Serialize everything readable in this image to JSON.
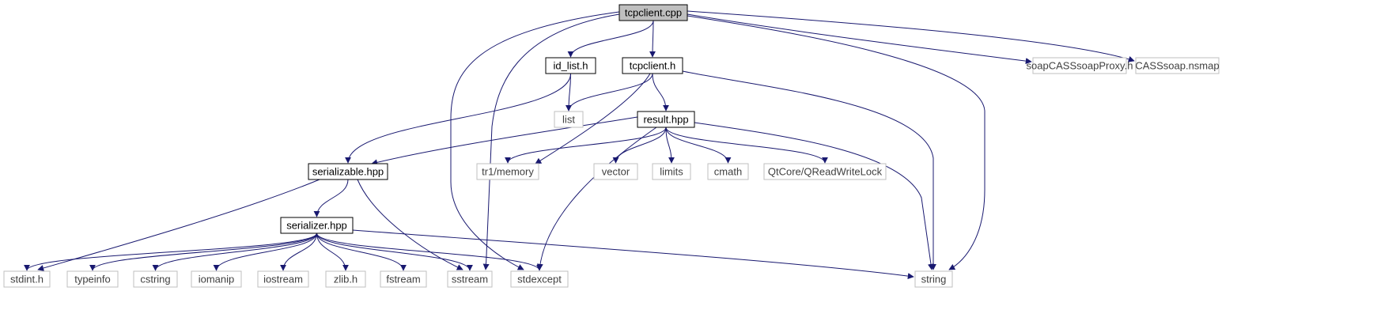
{
  "graph": {
    "nodes": [
      {
        "id": "tcpclient_cpp",
        "label": "tcpclient.cpp",
        "kind": "root"
      },
      {
        "id": "id_list_h",
        "label": "id_list.h",
        "kind": "documented"
      },
      {
        "id": "tcpclient_h",
        "label": "tcpclient.h",
        "kind": "documented"
      },
      {
        "id": "soap_proxy",
        "label": "soapCASSsoapProxy.h",
        "kind": "external"
      },
      {
        "id": "cass_nsmap",
        "label": "CASSsoap.nsmap",
        "kind": "external"
      },
      {
        "id": "list",
        "label": "list",
        "kind": "external"
      },
      {
        "id": "result_hpp",
        "label": "result.hpp",
        "kind": "documented"
      },
      {
        "id": "serializable_hpp",
        "label": "serializable.hpp",
        "kind": "documented"
      },
      {
        "id": "tr1_memory",
        "label": "tr1/memory",
        "kind": "external"
      },
      {
        "id": "vector",
        "label": "vector",
        "kind": "external"
      },
      {
        "id": "limits",
        "label": "limits",
        "kind": "external"
      },
      {
        "id": "cmath",
        "label": "cmath",
        "kind": "external"
      },
      {
        "id": "qreadwritelock",
        "label": "QtCore/QReadWriteLock",
        "kind": "external"
      },
      {
        "id": "serializer_hpp",
        "label": "serializer.hpp",
        "kind": "documented"
      },
      {
        "id": "stdint_h",
        "label": "stdint.h",
        "kind": "external"
      },
      {
        "id": "typeinfo",
        "label": "typeinfo",
        "kind": "external"
      },
      {
        "id": "cstring",
        "label": "cstring",
        "kind": "external"
      },
      {
        "id": "iomanip",
        "label": "iomanip",
        "kind": "external"
      },
      {
        "id": "iostream",
        "label": "iostream",
        "kind": "external"
      },
      {
        "id": "zlib_h",
        "label": "zlib.h",
        "kind": "external"
      },
      {
        "id": "fstream",
        "label": "fstream",
        "kind": "external"
      },
      {
        "id": "sstream",
        "label": "sstream",
        "kind": "external"
      },
      {
        "id": "stdexcept",
        "label": "stdexcept",
        "kind": "external"
      },
      {
        "id": "string",
        "label": "string",
        "kind": "external"
      }
    ],
    "edges": [
      [
        "tcpclient_cpp",
        "id_list_h"
      ],
      [
        "tcpclient_cpp",
        "tcpclient_h"
      ],
      [
        "tcpclient_cpp",
        "soap_proxy"
      ],
      [
        "tcpclient_cpp",
        "cass_nsmap"
      ],
      [
        "tcpclient_cpp",
        "string"
      ],
      [
        "tcpclient_cpp",
        "sstream"
      ],
      [
        "tcpclient_cpp",
        "stdexcept"
      ],
      [
        "id_list_h",
        "list"
      ],
      [
        "id_list_h",
        "serializable_hpp"
      ],
      [
        "tcpclient_h",
        "list"
      ],
      [
        "tcpclient_h",
        "result_hpp"
      ],
      [
        "tcpclient_h",
        "tr1_memory"
      ],
      [
        "tcpclient_h",
        "string"
      ],
      [
        "result_hpp",
        "serializable_hpp"
      ],
      [
        "result_hpp",
        "tr1_memory"
      ],
      [
        "result_hpp",
        "vector"
      ],
      [
        "result_hpp",
        "limits"
      ],
      [
        "result_hpp",
        "cmath"
      ],
      [
        "result_hpp",
        "qreadwritelock"
      ],
      [
        "result_hpp",
        "stdexcept"
      ],
      [
        "result_hpp",
        "string"
      ],
      [
        "serializable_hpp",
        "serializer_hpp"
      ],
      [
        "serializable_hpp",
        "stdint_h"
      ],
      [
        "serializable_hpp",
        "sstream"
      ],
      [
        "serializer_hpp",
        "stdint_h"
      ],
      [
        "serializer_hpp",
        "typeinfo"
      ],
      [
        "serializer_hpp",
        "cstring"
      ],
      [
        "serializer_hpp",
        "iomanip"
      ],
      [
        "serializer_hpp",
        "iostream"
      ],
      [
        "serializer_hpp",
        "zlib_h"
      ],
      [
        "serializer_hpp",
        "fstream"
      ],
      [
        "serializer_hpp",
        "sstream"
      ],
      [
        "serializer_hpp",
        "stdexcept"
      ],
      [
        "serializer_hpp",
        "string"
      ]
    ]
  },
  "colors": {
    "edge": "#191970",
    "root_fill": "#bfbfbf",
    "root_border": "#000000",
    "documented_border": "#000000",
    "external_border": "#bfbfbf",
    "external_text": "#404040",
    "text": "#000000"
  }
}
